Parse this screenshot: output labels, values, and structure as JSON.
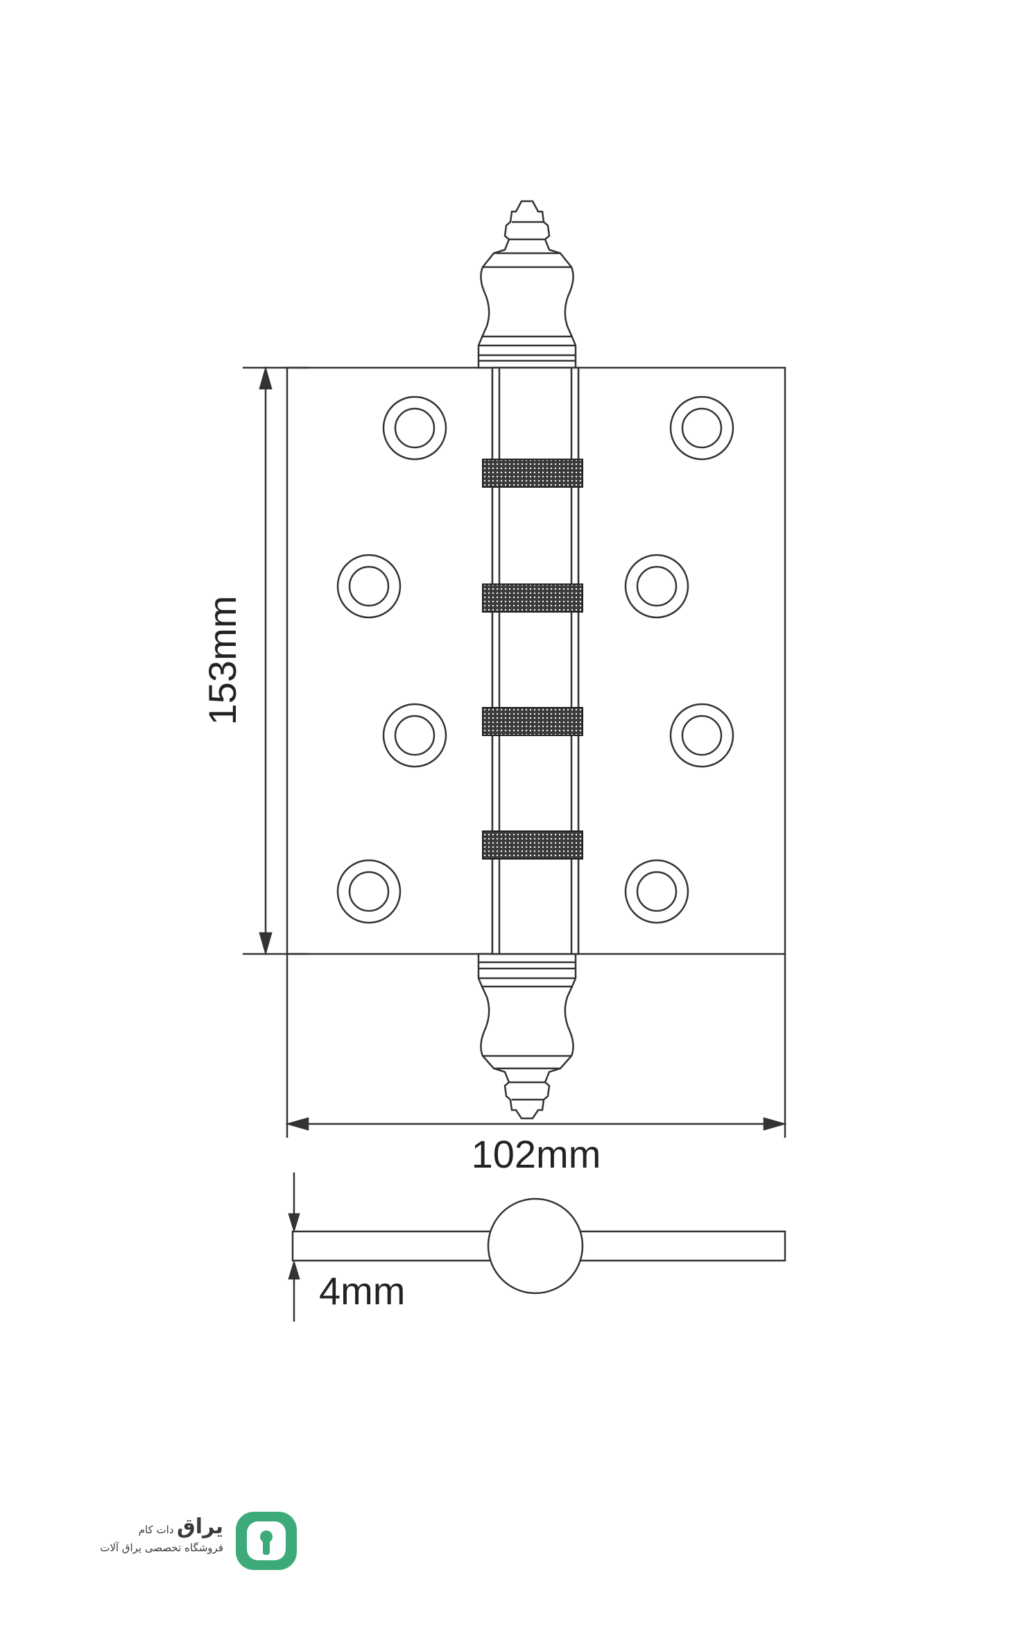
{
  "dimensions": {
    "height": "153mm",
    "width": "102mm",
    "thickness": "4mm"
  },
  "logo": {
    "brand": "یراق",
    "brand_suffix": "دات کام",
    "tagline": "فروشگاه تخصصی یراق آلات",
    "accent_color": "#3daa7a"
  }
}
